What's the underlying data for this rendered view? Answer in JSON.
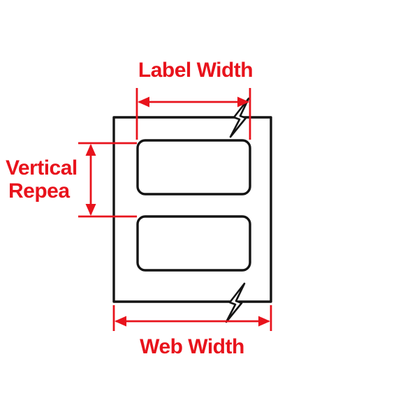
{
  "diagram": {
    "type": "label-web-dimension-diagram",
    "labels": {
      "top": "Label Width",
      "left_line1": "Vertical",
      "left_line2": "Repea",
      "bottom": "Web Width"
    },
    "shapes": {
      "web_outline": "rectangle with break marks on right of top and bottom edges",
      "label_count": 2
    }
  },
  "colors": {
    "dimension_red": "#e8131c",
    "outline_black": "#141414",
    "background": "#ffffff"
  }
}
